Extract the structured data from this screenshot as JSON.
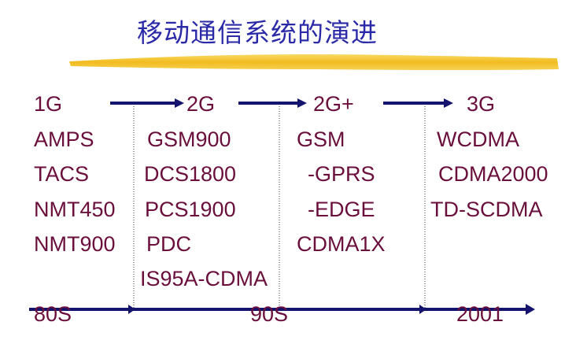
{
  "title": "移动通信系统的演进",
  "colors": {
    "title": "#2a2aa8",
    "text": "#6a0f3c",
    "arrow": "#14146e",
    "highlight": "#f2c021"
  },
  "generations": [
    {
      "label": "1G",
      "systems": [
        "AMPS",
        "TACS",
        "NMT450",
        "NMT900"
      ]
    },
    {
      "label": "2G",
      "systems": [
        "GSM900",
        "DCS1800",
        "PCS1900",
        "PDC",
        "IS95A-CDMA"
      ]
    },
    {
      "label": "2G+",
      "systems": [
        "GSM",
        "-GPRS",
        "-EDGE",
        "CDMA1X"
      ]
    },
    {
      "label": "3G",
      "systems": [
        "WCDMA",
        "CDMA2000",
        "TD-SCDMA"
      ]
    }
  ],
  "timeline": [
    "80S",
    "90S",
    "2001"
  ]
}
